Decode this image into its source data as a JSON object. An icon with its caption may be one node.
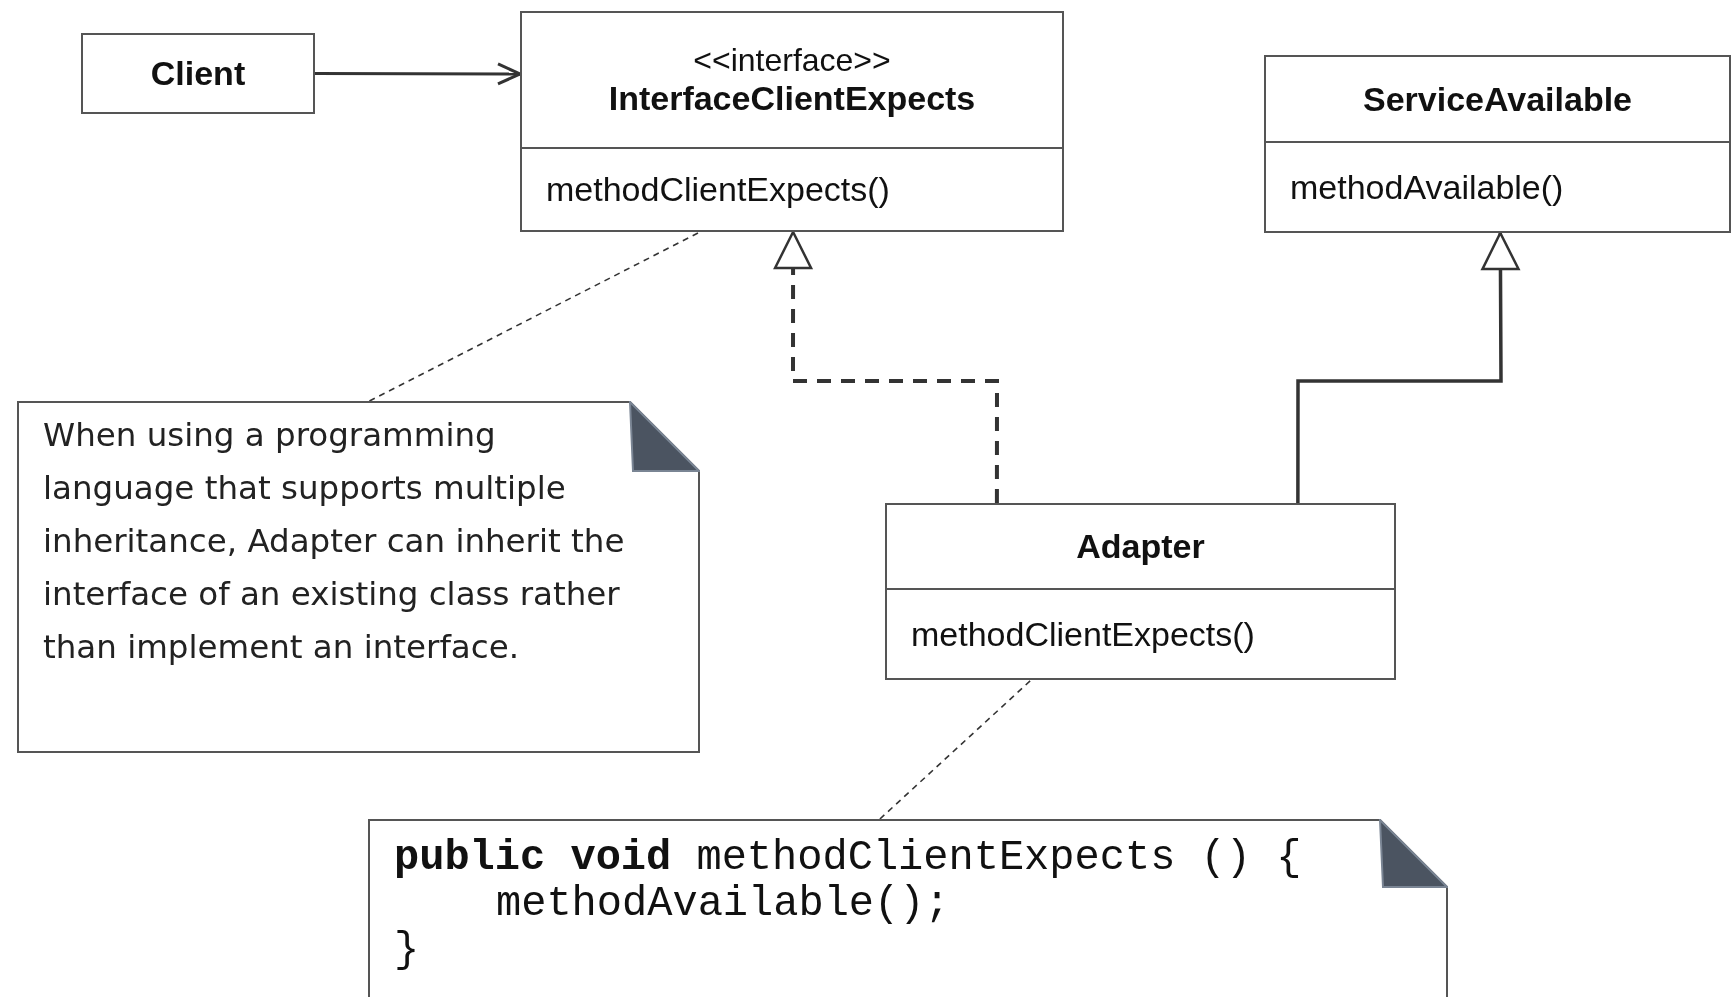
{
  "diagram": {
    "nodes": [
      {
        "text": [
          "Client"
        ]
      },
      {
        "text": [
          "<<interface>>",
          "InterfaceClientExpects",
          "methodClientExpects()"
        ]
      },
      {
        "text": [
          "ServiceAvailable",
          "methodAvailable()"
        ]
      },
      {
        "text": [
          "When using a programming language that supports multiple inheritance, Adapter can inherit the interface of an existing class rather than implement an interface."
        ]
      },
      {
        "text": [
          "Adapter",
          "methodClientExpects()"
        ]
      },
      {
        "text": [
          "**public void** methodClientExpects () {",
          "methodAvailable();",
          "}"
        ]
      }
    ],
    "edges": [
      {
        "from": 0,
        "to": 1,
        "arrow": "to"
      },
      {
        "from": 4,
        "to": 1,
        "arrow": "to",
        "style": "dashed"
      },
      {
        "from": 4,
        "to": 2,
        "arrow": "to"
      },
      {
        "from": 3,
        "to": 1,
        "arrow": "none",
        "style": "dashed"
      },
      {
        "from": 5,
        "to": 4,
        "arrow": "none",
        "style": "dashed"
      }
    ]
  }
}
